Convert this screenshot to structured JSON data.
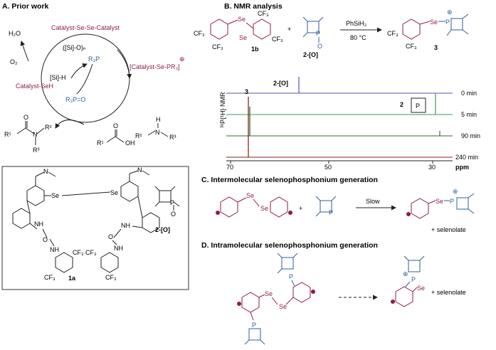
{
  "panelA": {
    "header": "A. Prior work",
    "catalyst_dimer": "Catalyst-Se-Se-Catalyst",
    "water": "H₂O",
    "oxygen": "O₂",
    "siloxane": "([Si]-O)ₙ",
    "silane": "[Si]-H",
    "phosphine": "R₃P",
    "selenophosphonium": "[Catalyst-Se-PR₃]",
    "plus_charge": "⊕",
    "selenol": "Catalyst-SeH",
    "phosphine_oxide": "R₃P=O",
    "amide_r1": "R¹",
    "amide_n": "N",
    "amide_r2": "R²",
    "amide_r3": "R³",
    "amide_o": "O",
    "acid_r1": "R¹",
    "acid_oh": "OH",
    "acid_o": "O",
    "amine_r2": "R²",
    "amine_h": "H",
    "amine_n": "N",
    "amine_r3": "R³"
  },
  "catalystBox": {
    "se_left": "Se",
    "se_right": "Se",
    "nh_labels": [
      "NH",
      "NH",
      "NH",
      "NH"
    ],
    "o_labels": [
      "O",
      "O"
    ],
    "n_labels": [
      "N",
      "N"
    ],
    "cf3_labels": [
      "CF₃",
      "CF₃",
      "CF₃",
      "CF₃"
    ],
    "compound_label": "1a",
    "oxide_p": "P",
    "oxide_o": "O",
    "oxide_label": "2-[O]"
  },
  "panelB": {
    "header": "B. NMR analysis",
    "cf3_labels": [
      "CF₃",
      "CF₃",
      "CF₃",
      "CF₃",
      "CF₃",
      "CF₃"
    ],
    "se_labels": [
      "Se",
      "Se"
    ],
    "diselenide_label": "1b",
    "plus": "+",
    "oxide_p": "P",
    "oxide_o": "O",
    "oxide_label": "2-[O]",
    "reagent": "PhSiH₃",
    "temperature": "80 °C",
    "product_se": "Se",
    "product_p": "P",
    "product_charge": "⊕",
    "product_label": "3",
    "peak_oxide_label": "2-[O]",
    "peak_product_label": "3",
    "peak_phosphine_label": "2",
    "phosphine_p": "P",
    "y_axis_label": "³¹P{¹H} NMR",
    "x_ticks": [
      "70",
      "50",
      "30"
    ],
    "x_unit": "ppm",
    "time_labels": [
      "0 min",
      "5 min",
      "90 min",
      "240 min"
    ],
    "trace_colors": [
      "#5a4fb5",
      "#3a9a5c",
      "#2f6e2c",
      "#8e2222"
    ]
  },
  "panelC": {
    "header": "C. Intermolecular selenophosphonium generation",
    "se_labels": [
      "Se",
      "Se"
    ],
    "plus": "+",
    "phosphine_p": "P",
    "arrow_label": "Slow",
    "product_se": "Se",
    "product_p": "P",
    "product_charge": "⊕",
    "byproduct": "+ selenolate"
  },
  "panelD": {
    "header": "D. Intramolecular selenophosphonium generation",
    "se_labels": [
      "Se",
      "Se"
    ],
    "phosphine_p": [
      "P",
      "P"
    ],
    "product_se": "Se",
    "product_p": "P",
    "product_charge": "⊕",
    "byproduct": "+ selenolate"
  }
}
